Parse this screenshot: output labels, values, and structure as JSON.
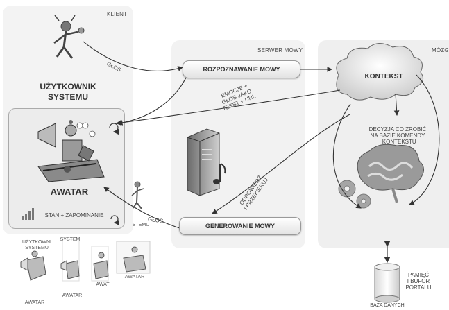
{
  "sections": {
    "client": "KLIENT",
    "speech_server": "SERWER MOWY",
    "brain": "MÓZG"
  },
  "user": {
    "title_line1": "UŻYTKOWNIK",
    "title_line2": "SYSTEMU"
  },
  "avatar": {
    "title": "AWATAR",
    "state_label": "STAN + ZAPOMINANIE"
  },
  "boxes": {
    "recognition": "ROZPOZNAWANIE MOWY",
    "generation": "GENEROWANIE MOWY",
    "context": "KONTEKST"
  },
  "edges": {
    "voice_top": "GŁOS",
    "voice_bottom": "GŁOS",
    "emotions": [
      "EMOCJE +",
      "GŁOS JAKO",
      "TEKST + URL"
    ],
    "answer": [
      "ODPOWIEDŹ",
      "I PRZEKIERUJ"
    ]
  },
  "decision": [
    "DECYZJA CO ZROBIĆ",
    "NA BAZIE KOMENDY",
    "I KONTEKSTU"
  ],
  "database": {
    "label": "BAZA DANYCH",
    "memory": [
      "PAMIĘĆ",
      "I BUFOR",
      "PORTALU"
    ]
  },
  "thumbnails": {
    "user_small": [
      "UŻYTKOWNI",
      "SYSTEMU"
    ],
    "system_small": "SYSTEM",
    "user_mid": "STEMU",
    "avatar_labels": [
      "AWATAR",
      "AWATAR",
      "AWAT",
      "AWATAR"
    ]
  }
}
